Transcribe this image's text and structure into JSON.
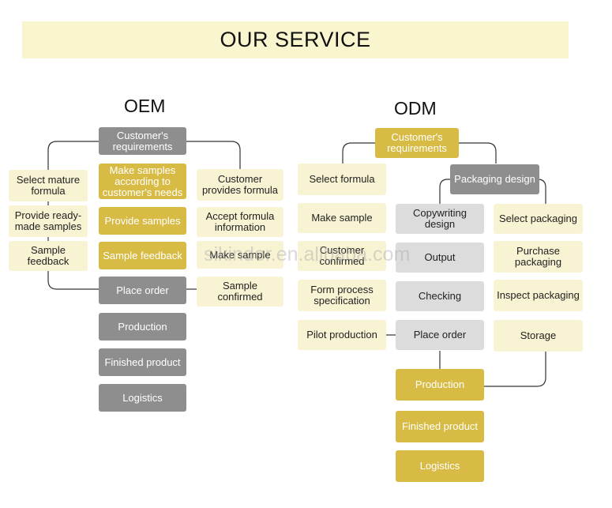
{
  "title": "OUR SERVICE",
  "watermark": "sikinder.en.alibaba.com",
  "oem": {
    "heading": "OEM",
    "customer_requirements": "Customer's requirements",
    "left_branch": [
      "Select mature formula",
      "Provide ready-made samples",
      "Sample feedback"
    ],
    "middle_branch": [
      "Make samples according to customer's needs",
      "Provide samples",
      "Sample feedback"
    ],
    "right_branch": [
      "Customer provides formula",
      "Accept formula information",
      "Make sample",
      "Sample confirmed"
    ],
    "flow": [
      "Place order",
      "Production",
      "Finished product",
      "Logistics"
    ]
  },
  "odm": {
    "heading": "ODM",
    "customer_requirements": "Customer's requirements",
    "formula_branch": [
      "Select formula",
      "Make sample",
      "Customer confirmed",
      "Form process specification",
      "Pilot production"
    ],
    "packaging_design": "Packaging design",
    "design_branch": [
      "Copywriting design",
      "Output",
      "Checking",
      "Place order"
    ],
    "packaging_branch": [
      "Select packaging",
      "Purchase packaging",
      "Inspect packaging",
      "Storage"
    ],
    "flow": [
      "Production",
      "Finished product",
      "Logistics"
    ]
  },
  "colors": {
    "gray": "#8e8e8e",
    "gold": "#d7bb45",
    "cream": "#f8f3d3",
    "light_gray": "#dcdcdc",
    "banner": "#f9f5ce",
    "connector": "#333333"
  }
}
